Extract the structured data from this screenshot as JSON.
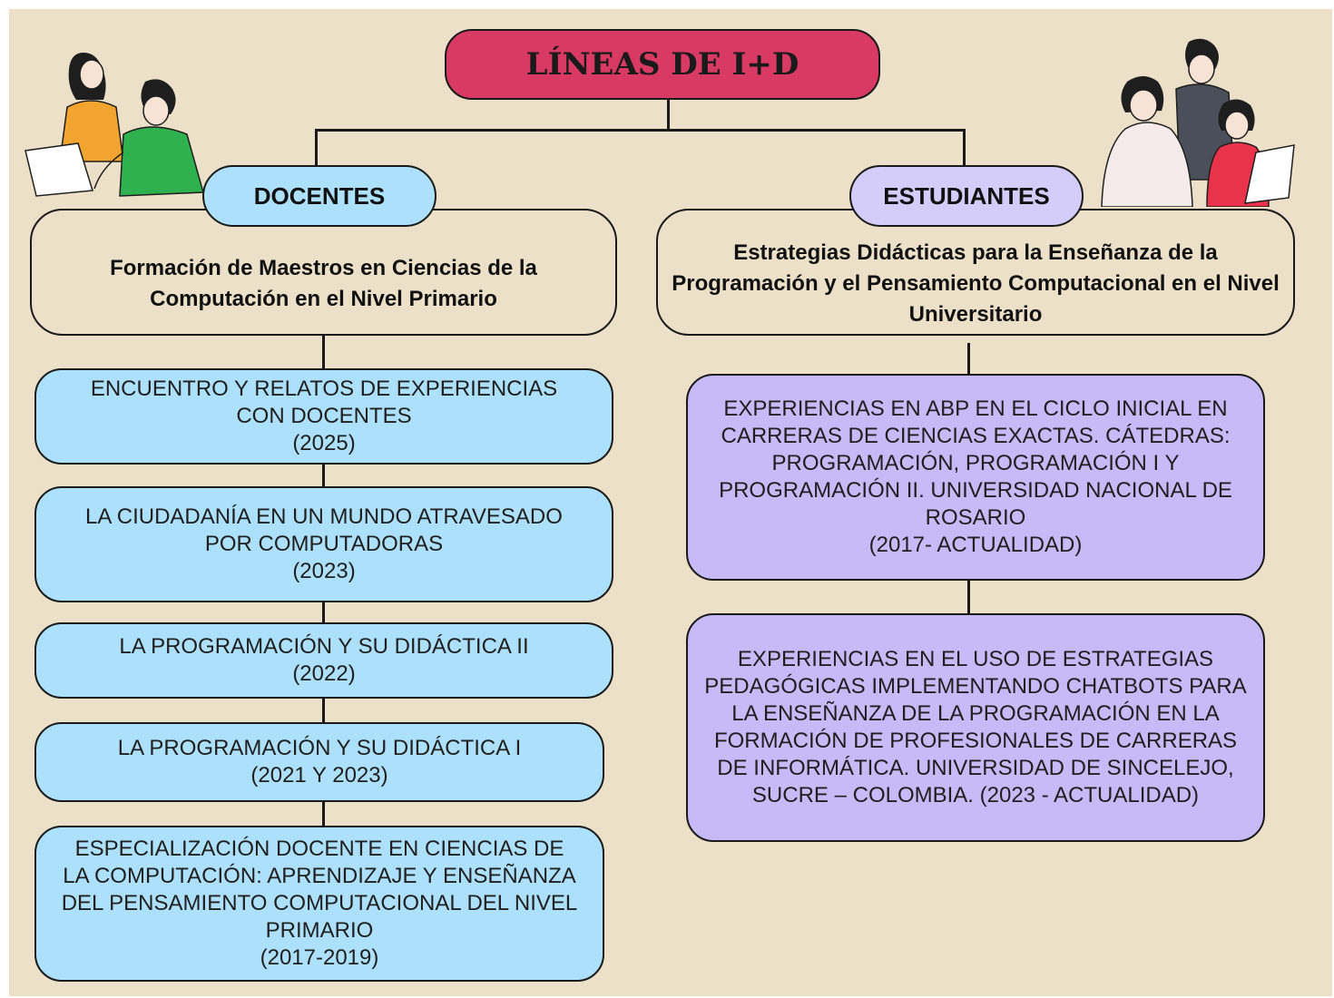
{
  "title": "LÍNEAS DE I+D",
  "colors": {
    "background": "#ece0c8",
    "title_fill": "#d93a63",
    "docentes_pill": "#ade1fb",
    "estudiantes_pill": "#d4cdf9",
    "blue_card": "#ade1fb",
    "purple_card": "#c6baf7"
  },
  "docentes": {
    "label": "DOCENTES",
    "topic": "Formación de Maestros en Ciencias de la Computación en el Nivel Primario",
    "items": [
      {
        "text": "ENCUENTRO Y RELATOS DE EXPERIENCIAS CON DOCENTES",
        "year": "(2025)"
      },
      {
        "text": "LA CIUDADANÍA EN UN MUNDO ATRAVESADO POR COMPUTADORAS",
        "year": "(2023)"
      },
      {
        "text": "LA PROGRAMACIÓN Y SU DIDÁCTICA II",
        "year": "(2022)"
      },
      {
        "text": "LA PROGRAMACIÓN Y SU DIDÁCTICA I",
        "year": "(2021 Y 2023)"
      },
      {
        "text": "ESPECIALIZACIÓN DOCENTE EN CIENCIAS DE LA COMPUTACIÓN: APRENDIZAJE Y ENSEÑANZA DEL PENSAMIENTO COMPUTACIONAL DEL NIVEL PRIMARIO",
        "year": "(2017-2019)"
      }
    ]
  },
  "estudiantes": {
    "label": "ESTUDIANTES",
    "topic": "Estrategias Didácticas para la Enseñanza de la Programación y el Pensamiento Computacional en el Nivel Universitario",
    "items": [
      {
        "text": "EXPERIENCIAS EN ABP EN EL CICLO INICIAL EN CARRERAS DE CIENCIAS EXACTAS. CÁTEDRAS: PROGRAMACIÓN, PROGRAMACIÓN I Y PROGRAMACIÓN II. UNIVERSIDAD NACIONAL DE ROSARIO",
        "year": "(2017- ACTUALIDAD)"
      },
      {
        "text": "EXPERIENCIAS EN EL USO DE ESTRATEGIAS PEDAGÓGICAS IMPLEMENTANDO CHATBOTS PARA LA ENSEÑANZA DE LA PROGRAMACIÓN EN LA FORMACIÓN DE PROFESIONALES DE CARRERAS DE INFORMÁTICA. UNIVERSIDAD DE SINCELEJO, SUCRE – COLOMBIA. (2023 - ACTUALIDAD)",
        "year": ""
      }
    ]
  }
}
